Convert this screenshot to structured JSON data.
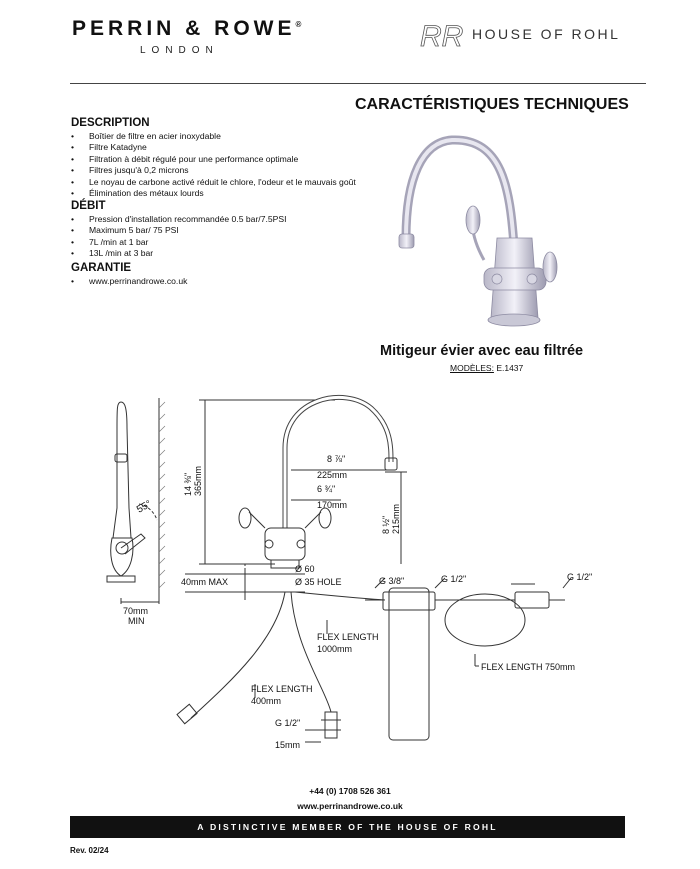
{
  "header": {
    "brand": "PERRIN & ROWE",
    "brand_mark": "®",
    "brand_sub": "LONDON",
    "partner": "HOUSE OF ROHL",
    "partner_logo": "RR"
  },
  "sheet_title": "CARACTÉRISTIQUES TECHNIQUES",
  "description": {
    "heading": "DESCRIPTION",
    "items": [
      "Boîtier de filtre en acier inoxydable",
      "Filtre Katadyne",
      "Filtration  à débit régulé pour une performance optimale",
      "Filtres jusqu'à 0,2 microns",
      "Le noyau de carbone activé réduit le chlore, l'odeur et le mauvais goût",
      "Élimination des métaux lourds"
    ]
  },
  "debit": {
    "heading": "DÉBIT",
    "items": [
      "Pression d'installation recommandée 0.5 bar/7.5PSI",
      "Maximum 5 bar/ 75 PSI",
      "7L /min at 1 bar",
      "13L /min at 3 bar"
    ]
  },
  "garantie": {
    "heading": "GARANTIE",
    "items": [
      "www.perrinandrowe.co.uk"
    ]
  },
  "product": {
    "title": "Mitigeur évier avec eau filtrée",
    "models_label": "MODÈLES:",
    "models_value": "E.1437"
  },
  "drawing": {
    "reach_frac": "8 ⅞\"",
    "reach_mm": "225mm",
    "spread_frac": "6 ¾\"",
    "spread_mm": "170mm",
    "height_frac": "14 ⅜\"",
    "height_mm": "365mm",
    "spout_frac": "8 ½\"",
    "spout_mm": "215mm",
    "angle": "55°",
    "base_dia": "Ø 60",
    "hole": "Ø 35 HOLE",
    "max_thick": "40mm MAX",
    "min_label": "70mm",
    "min_word": "MIN",
    "g38": "G 3/8\"",
    "g12_a": "G 1/2\"",
    "g12_b": "G 1/2\"",
    "g12_c": "G 1/2\"",
    "flex_label": "FLEX LENGTH",
    "flex_1000": "1000mm",
    "flex_400_label": "FLEX LENGTH",
    "flex_400": "400mm",
    "flex_750": "FLEX LENGTH 750mm",
    "mm15": "15mm"
  },
  "contact": {
    "phone": "+44 (0) 1708 526 361",
    "web": "www.perrinandrowe.co.uk"
  },
  "footer": {
    "tagline": "A DISTINCTIVE MEMBER OF THE HOUSE OF ROHL",
    "revision": "Rev. 02/24"
  }
}
